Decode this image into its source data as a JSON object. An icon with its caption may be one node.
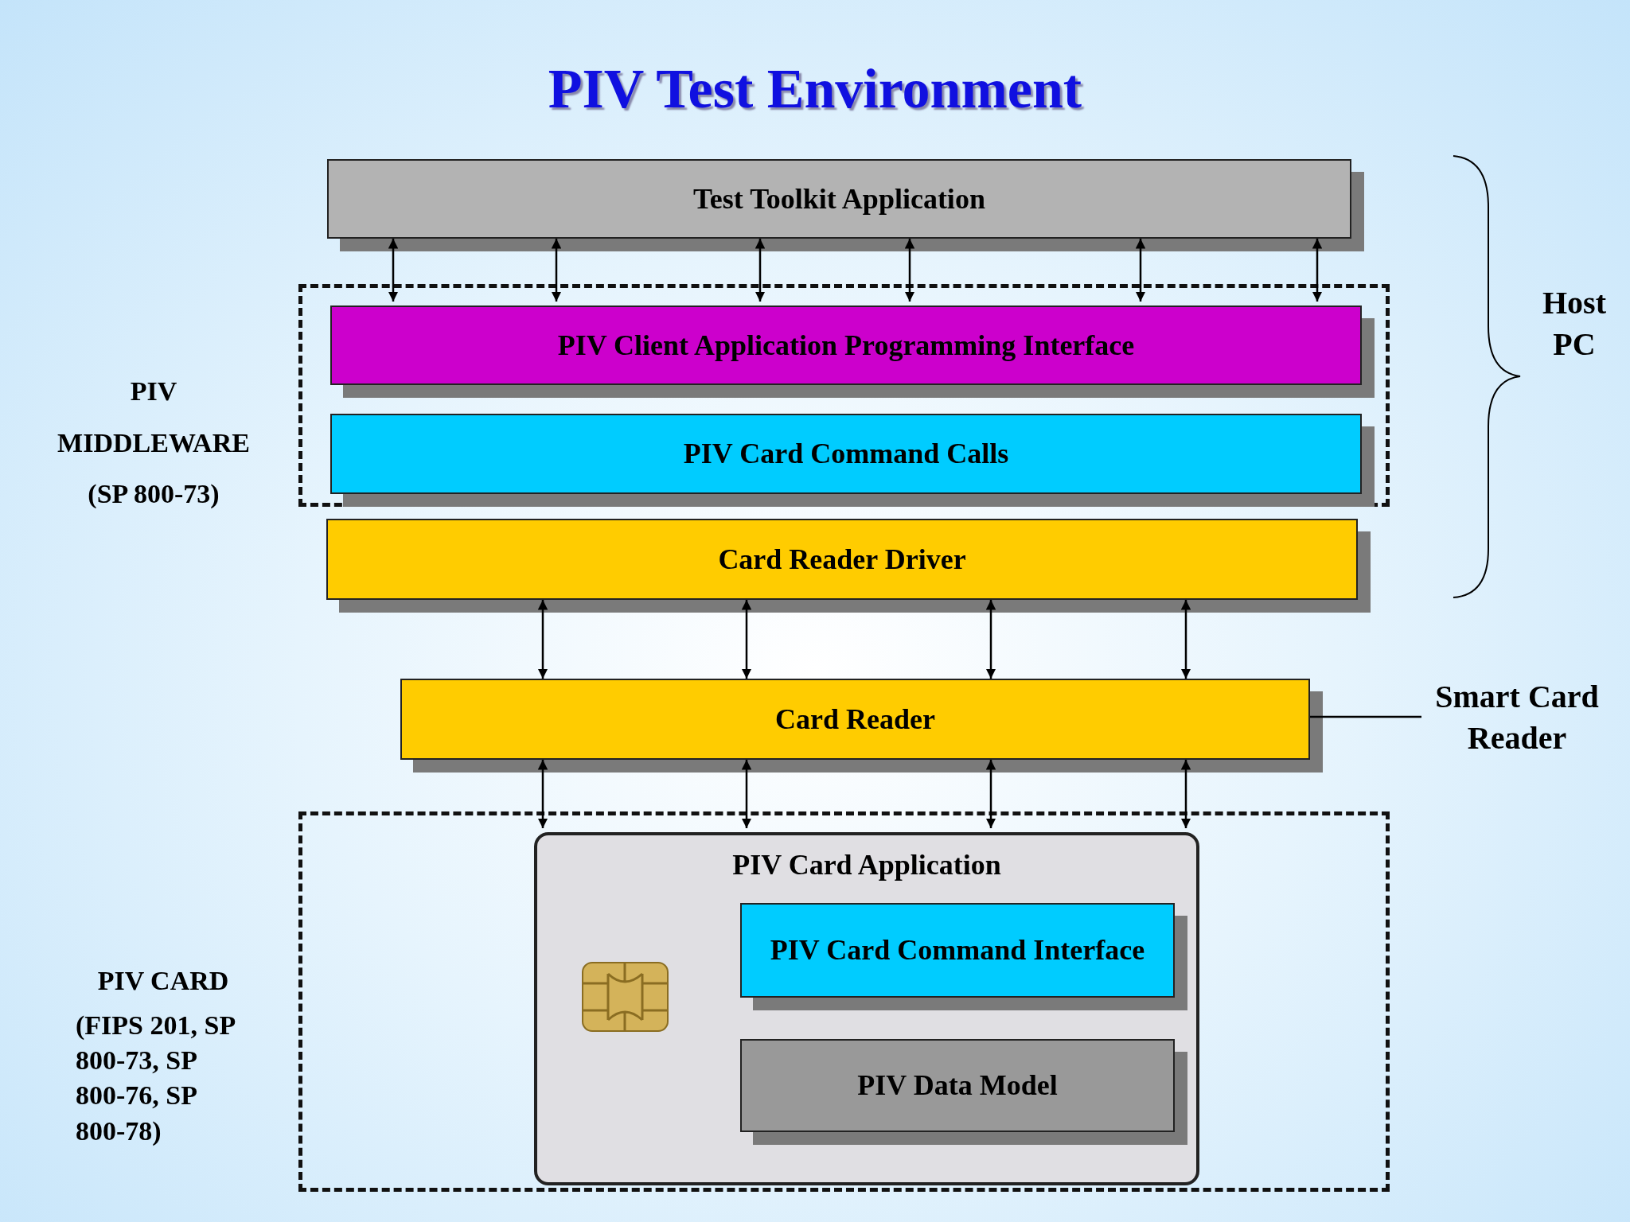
{
  "diagram": {
    "title": "PIV Test Environment",
    "nodes": [
      {
        "text": [
          "Test Toolkit Application"
        ]
      },
      {
        "text": [
          "PIV MIDDLEWARE (SP 800-73)"
        ]
      },
      {
        "text": [
          "PIV Client Application Programming Interface"
        ],
        "in": 1
      },
      {
        "text": [
          "PIV Card Command Calls"
        ],
        "in": 1
      },
      {
        "text": [
          "Card Reader Driver"
        ]
      },
      {
        "text": [
          "Card Reader"
        ]
      },
      {
        "text": [
          "Smart Card Reader"
        ]
      },
      {
        "text": [
          "PIV CARD",
          "(FIPS 201, SP 800-73, SP 800-76, SP 800-78)"
        ]
      },
      {
        "text": [
          "PIV Card Application"
        ],
        "in": 7
      },
      {
        "text": [
          "PIV Card Command Interface"
        ],
        "in": 8
      },
      {
        "text": [
          "PIV Data Model"
        ],
        "in": 8
      }
    ],
    "edges": [
      {
        "from": 0,
        "to": 2,
        "arrow": "both"
      },
      {
        "from": 0,
        "to": 2,
        "arrow": "both"
      },
      {
        "from": 0,
        "to": 2,
        "arrow": "both"
      },
      {
        "from": 0,
        "to": 2,
        "arrow": "both"
      },
      {
        "from": 0,
        "to": 2,
        "arrow": "both"
      },
      {
        "from": 0,
        "to": 2,
        "arrow": "both"
      },
      {
        "from": 4,
        "to": 5,
        "arrow": "both"
      },
      {
        "from": 4,
        "to": 5,
        "arrow": "both"
      },
      {
        "from": 4,
        "to": 5,
        "arrow": "both"
      },
      {
        "from": 4,
        "to": 5,
        "arrow": "both"
      },
      {
        "from": 5,
        "to": 8,
        "arrow": "both"
      },
      {
        "from": 5,
        "to": 8,
        "arrow": "both"
      },
      {
        "from": 5,
        "to": 8,
        "arrow": "both"
      },
      {
        "from": 5,
        "to": 8,
        "arrow": "both"
      },
      {
        "from": 6,
        "to": 5,
        "arrow": "none"
      }
    ],
    "labels": [
      "Host PC"
    ]
  }
}
